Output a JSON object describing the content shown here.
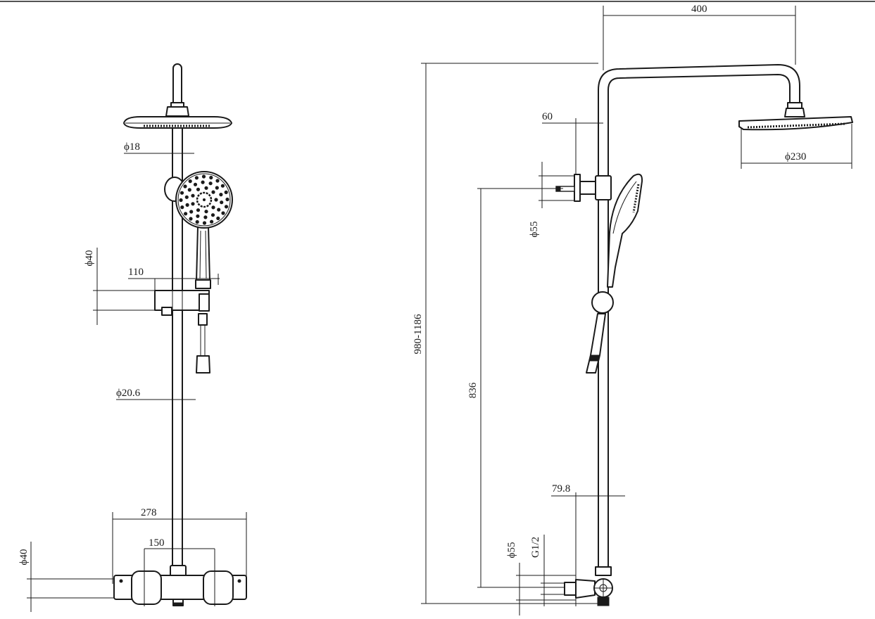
{
  "colors": {
    "ink": "#1a1a1a",
    "paper": "#ffffff"
  },
  "left_view": {
    "dim_phi18": "ϕ18",
    "dim_phi40_upper": "ϕ40",
    "dim_110": "110",
    "dim_phi20_6": "ϕ20.6",
    "dim_278": "278",
    "dim_150": "150",
    "dim_phi40_lower": "ϕ40"
  },
  "right_view": {
    "dim_400": "400",
    "dim_60": "60",
    "dim_phi230": "ϕ230",
    "dim_phi55_upper": "ϕ55",
    "dim_980_1186": "980-1186",
    "dim_836": "836",
    "dim_79_8": "79.8",
    "dim_phi55_lower": "ϕ55",
    "dim_g1_2": "G1/2"
  }
}
